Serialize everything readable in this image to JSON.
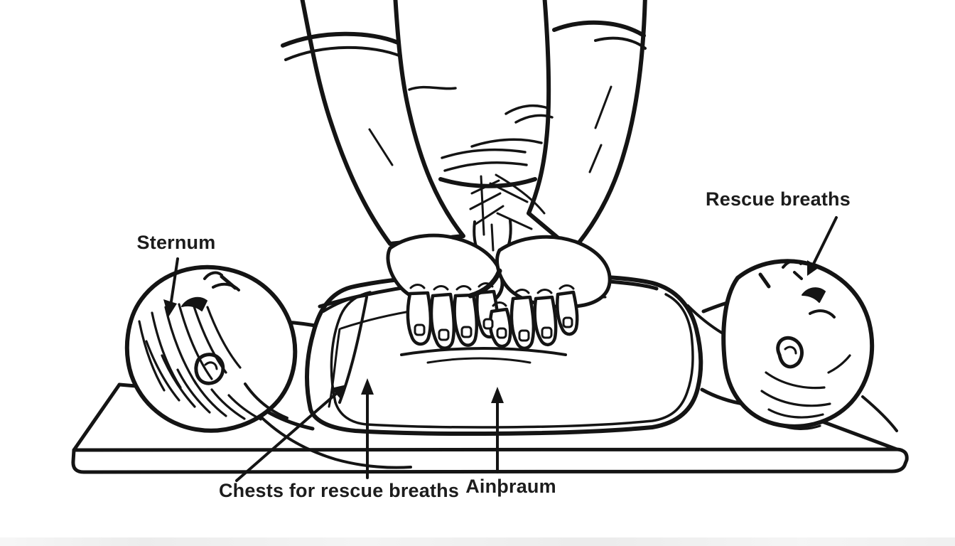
{
  "figure": {
    "title": "CPR chest compressions line-art diagram",
    "style": "black outline drawing on white background",
    "colors": {
      "background": "#ffffff",
      "line": "#141414",
      "text": "#1c1c1c"
    },
    "labels": {
      "sternum": {
        "text": "Sternum",
        "arrow_direction": "down",
        "points_to": "top of left head"
      },
      "rescue_breaths": {
        "text": "Rescue breaths",
        "arrow_direction": "down-left",
        "points_to": "nose of right head"
      },
      "chests": {
        "text": "Chests for rescue breaths",
        "arrow_direction": "up",
        "points_to": "chest / shoulder of lying figure"
      },
      "airway": {
        "text": "Ainþraum",
        "arrow_direction": "up",
        "points_to": "torso of lying figure"
      }
    }
  }
}
